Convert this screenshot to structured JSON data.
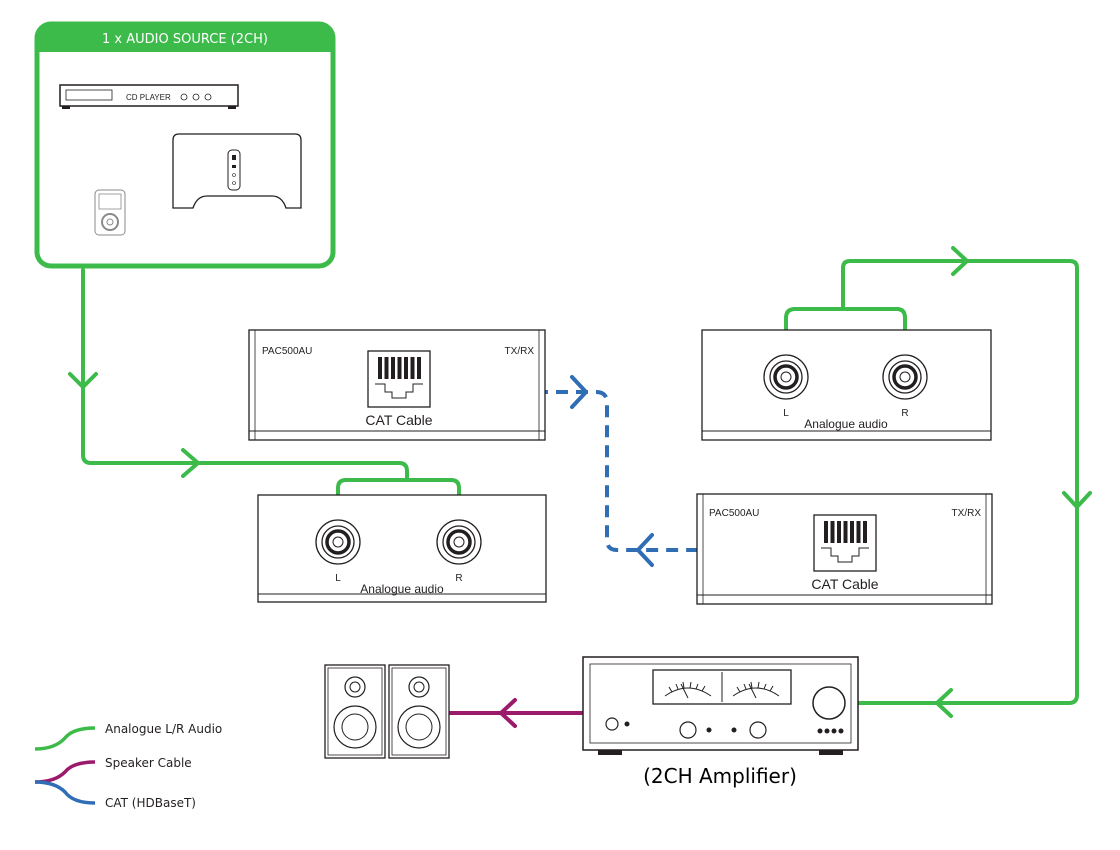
{
  "colors": {
    "analogue": "#3dbb4a",
    "speaker": "#9c1a6b",
    "cat": "#2f6db5",
    "device_stroke": "#231f20"
  },
  "source": {
    "title": "1 x AUDIO SOURCE (2CH)",
    "cd_player_label": "CD PLAYER"
  },
  "tx_unit": {
    "model": "PAC500AU",
    "mode": "TX/RX",
    "port_label": "CAT Cable"
  },
  "rx_unit": {
    "model": "PAC500AU",
    "mode": "TX/RX",
    "port_label": "CAT Cable"
  },
  "audio_in_panel": {
    "left": "L",
    "right": "R",
    "caption": "Analogue audio"
  },
  "audio_out_panel": {
    "left": "L",
    "right": "R",
    "caption": "Analogue audio"
  },
  "amplifier": {
    "caption": "(2CH Amplifier)"
  },
  "legend": [
    {
      "label": "Analogue L/R Audio",
      "color": "#3dbb4a",
      "icon": "analogue-cable-icon"
    },
    {
      "label": "Speaker Cable",
      "color": "#9c1a6b",
      "icon": "speaker-cable-icon"
    },
    {
      "label": "CAT (HDBaseT)",
      "color": "#2f6db5",
      "icon": "cat-cable-icon"
    }
  ]
}
